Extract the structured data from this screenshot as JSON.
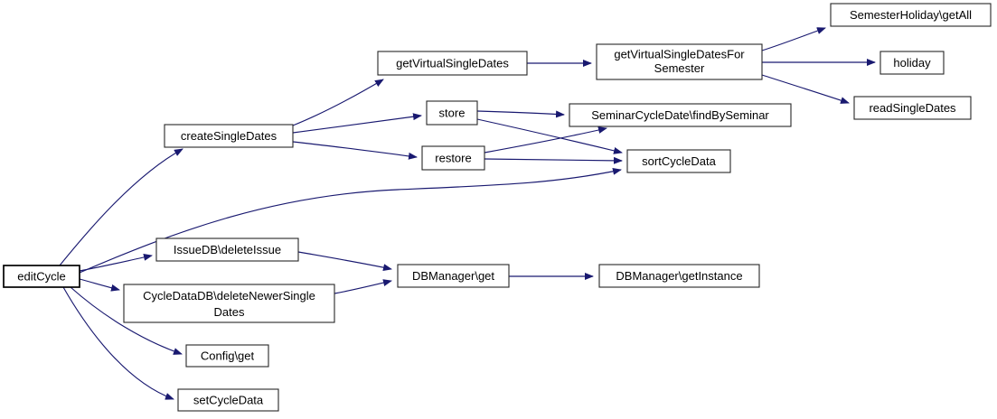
{
  "diagram": {
    "type": "call-graph",
    "colors": {
      "background": "#ffffff",
      "edge": "#191970",
      "node_border": "#262626",
      "node_fill": "#ffffff",
      "highlight_fill": "#c0c0c0",
      "text": "#000000"
    },
    "nodes": {
      "editCycle": {
        "label": "editCycle"
      },
      "createSingleDates": {
        "label": "createSingleDates"
      },
      "getVirtualSingleDates": {
        "label": "getVirtualSingleDates"
      },
      "gvsdForSemester": {
        "line1": "getVirtualSingleDatesFor",
        "line2": "Semester"
      },
      "semesterHolidayGetAll": {
        "label": "SemesterHoliday\\getAll"
      },
      "holiday": {
        "label": "holiday"
      },
      "readSingleDates": {
        "label": "readSingleDates"
      },
      "store": {
        "label": "store"
      },
      "restore": {
        "label": "restore"
      },
      "findBySeminar": {
        "label": "SeminarCycleDate\\findBySeminar"
      },
      "sortCycleData": {
        "label": "sortCycleData"
      },
      "deleteIssue": {
        "label": "IssueDB\\deleteIssue"
      },
      "deleteNewerSingleDates": {
        "line1": "CycleDataDB\\deleteNewerSingle",
        "line2": "Dates"
      },
      "dbmGet": {
        "label": "DBManager\\get"
      },
      "dbmGetInstance": {
        "label": "DBManager\\getInstance"
      },
      "configGet": {
        "label": "Config\\get"
      },
      "setCycleData": {
        "label": "setCycleData"
      }
    },
    "edges": [
      {
        "from": "editCycle",
        "to": "createSingleDates"
      },
      {
        "from": "editCycle",
        "to": "sortCycleData"
      },
      {
        "from": "editCycle",
        "to": "IssueDB\\deleteIssue"
      },
      {
        "from": "editCycle",
        "to": "CycleDataDB\\deleteNewerSingleDates"
      },
      {
        "from": "editCycle",
        "to": "Config\\get"
      },
      {
        "from": "editCycle",
        "to": "setCycleData"
      },
      {
        "from": "createSingleDates",
        "to": "getVirtualSingleDates"
      },
      {
        "from": "createSingleDates",
        "to": "store"
      },
      {
        "from": "createSingleDates",
        "to": "restore"
      },
      {
        "from": "getVirtualSingleDates",
        "to": "getVirtualSingleDatesForSemester"
      },
      {
        "from": "getVirtualSingleDatesForSemester",
        "to": "SemesterHoliday\\getAll"
      },
      {
        "from": "getVirtualSingleDatesForSemester",
        "to": "holiday"
      },
      {
        "from": "getVirtualSingleDatesForSemester",
        "to": "readSingleDates"
      },
      {
        "from": "store",
        "to": "SeminarCycleDate\\findBySeminar"
      },
      {
        "from": "store",
        "to": "sortCycleData"
      },
      {
        "from": "restore",
        "to": "SeminarCycleDate\\findBySeminar"
      },
      {
        "from": "restore",
        "to": "sortCycleData"
      },
      {
        "from": "IssueDB\\deleteIssue",
        "to": "DBManager\\get"
      },
      {
        "from": "CycleDataDB\\deleteNewerSingleDates",
        "to": "DBManager\\get"
      },
      {
        "from": "DBManager\\get",
        "to": "DBManager\\getInstance"
      }
    ]
  }
}
